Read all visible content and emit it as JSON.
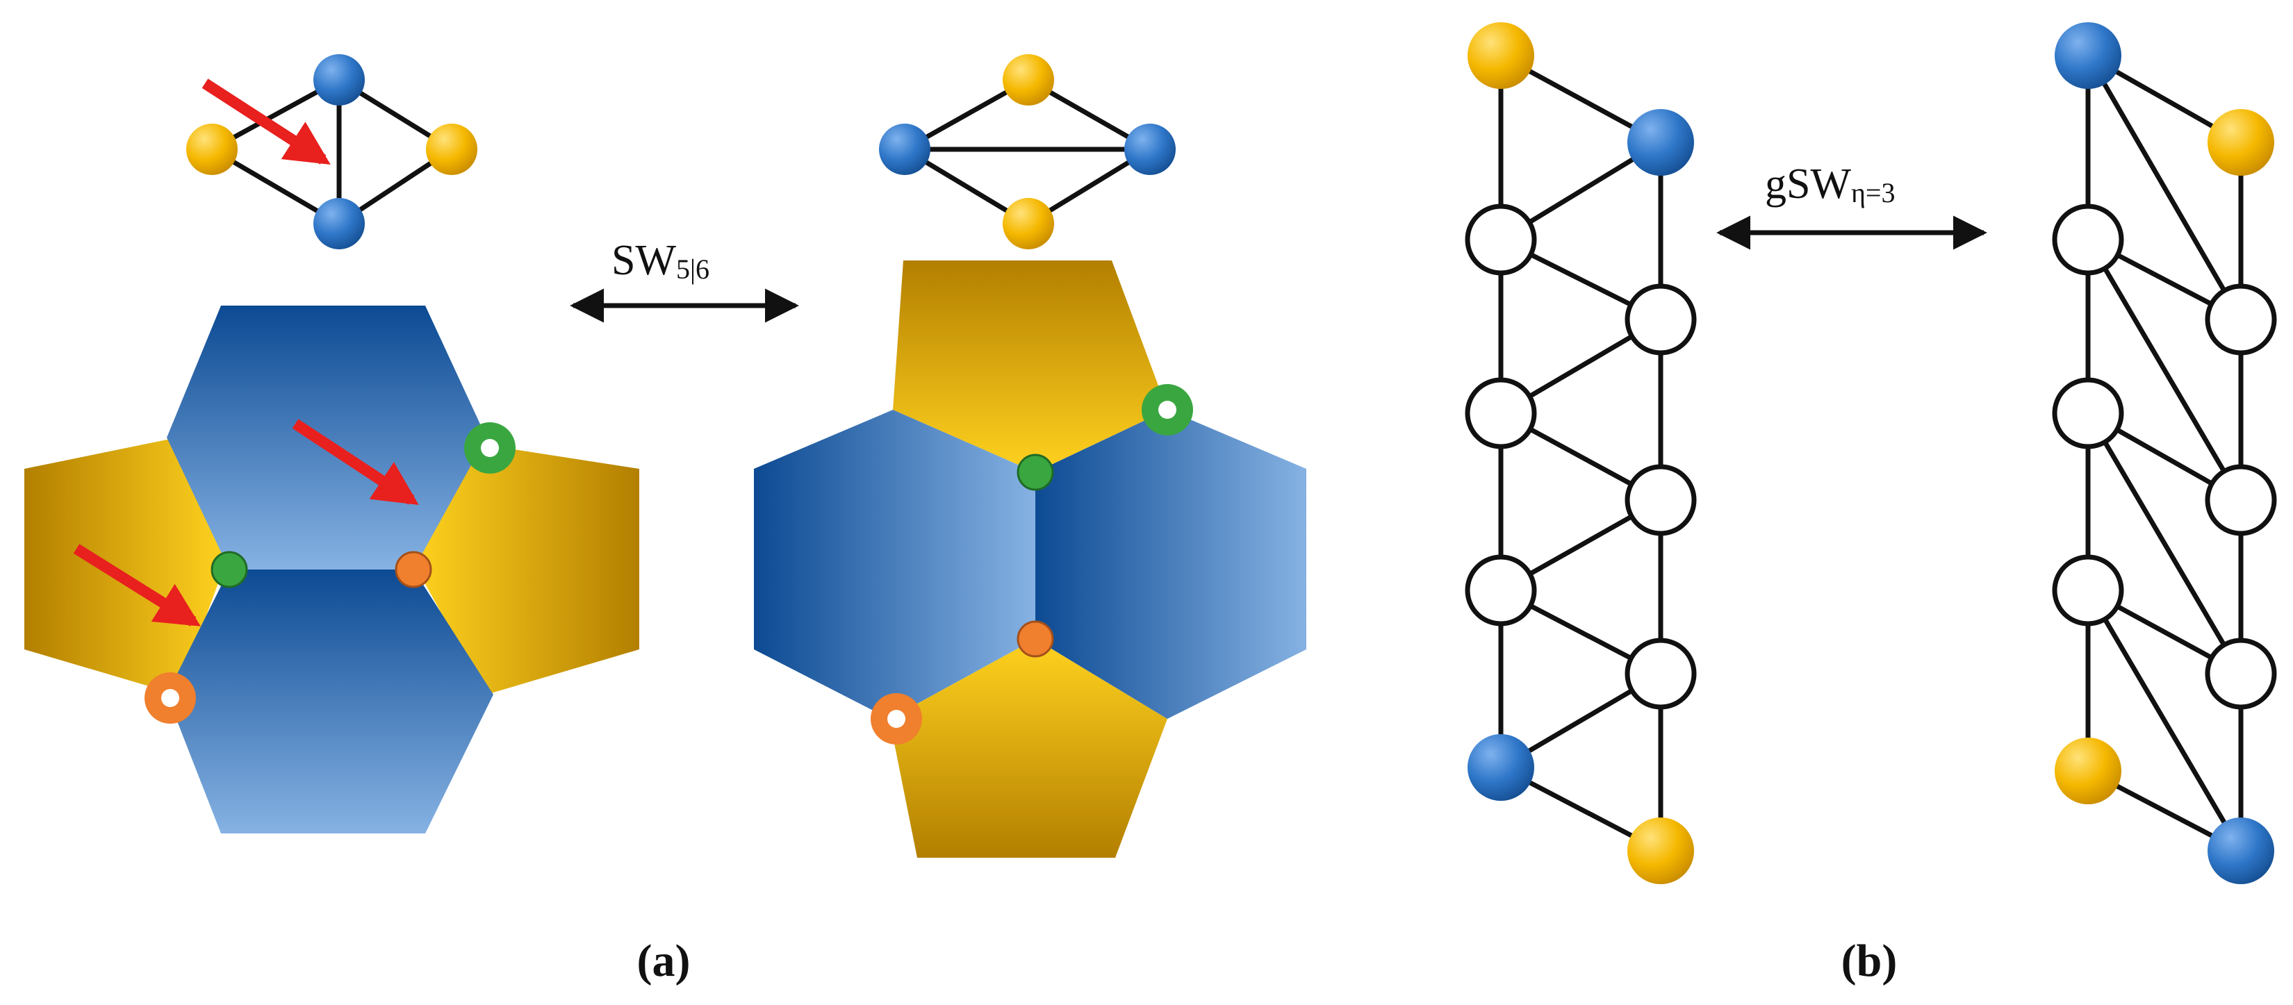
{
  "colors": {
    "yellow": "#f2b400",
    "yellow_dark": "#b37f00",
    "yellow_light": "#ffd84d",
    "blue": "#2f77c9",
    "blue_dark": "#0c4d96",
    "blue_light": "#8fb8e6",
    "green": "#3aa640",
    "orange": "#f07f2e",
    "red": "#e8201e",
    "line": "#111111"
  },
  "panel_a": {
    "transform_label": "SW",
    "transform_subscript": "5|6",
    "panel_label": "(a)"
  },
  "panel_b": {
    "transform_label": "gSW",
    "transform_subscript": "η=3",
    "panel_label": "(b)"
  }
}
